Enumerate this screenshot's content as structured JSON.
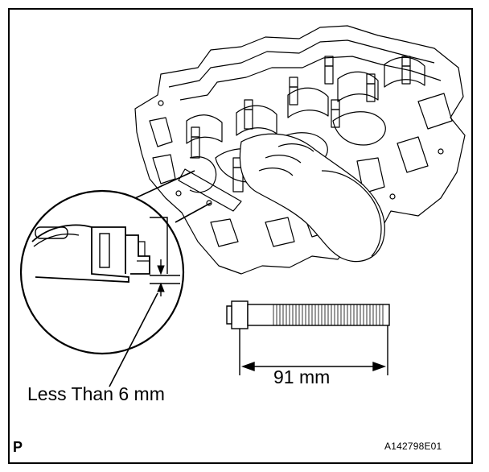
{
  "labels": {
    "depth": "Less Than 6 mm",
    "length": "91 mm",
    "view": "P",
    "figure_code": "A142798E01"
  },
  "colors": {
    "line": "#000000",
    "background": "#ffffff"
  },
  "icons": {
    "engine": "engine-block-icon",
    "bolt": "connecting-rod-bolt-icon",
    "magnifier": "detail-magnifier-icon"
  }
}
